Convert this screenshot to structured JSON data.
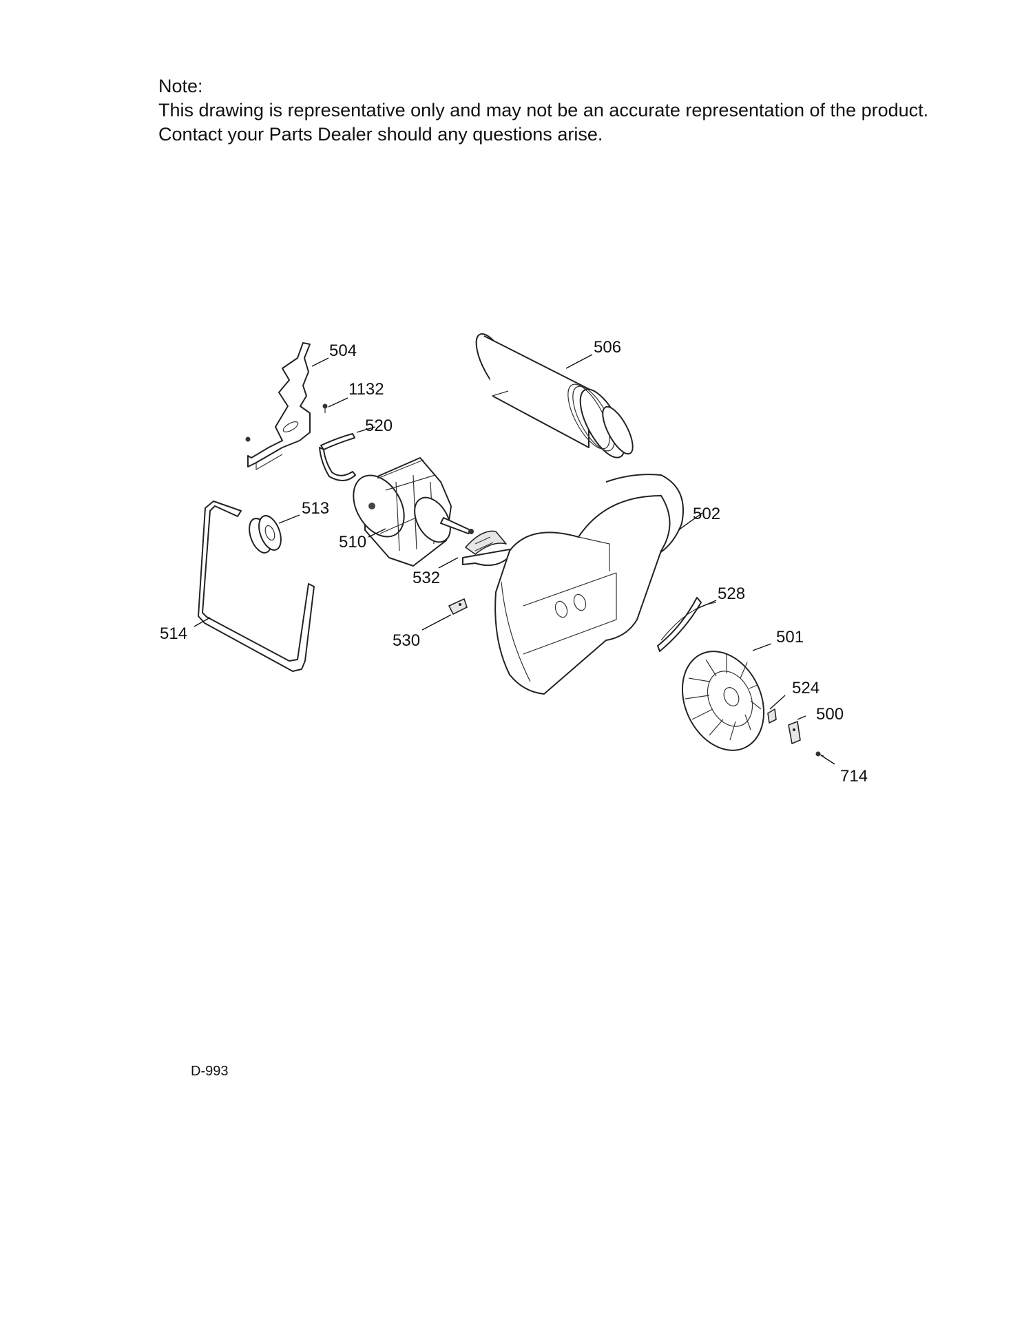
{
  "note": {
    "heading": "Note:",
    "line1": "This drawing is representative only and may not be an accurate representation of the product.",
    "line2": "Contact your Parts Dealer should any questions arise."
  },
  "callouts": {
    "c504": "504",
    "c1132": "1132",
    "c520": "520",
    "c506": "506",
    "c513": "513",
    "c510": "510",
    "c502": "502",
    "c532": "532",
    "c528": "528",
    "c514": "514",
    "c530": "530",
    "c501": "501",
    "c524": "524",
    "c500": "500",
    "c714": "714"
  },
  "diagram_code": "D-993"
}
